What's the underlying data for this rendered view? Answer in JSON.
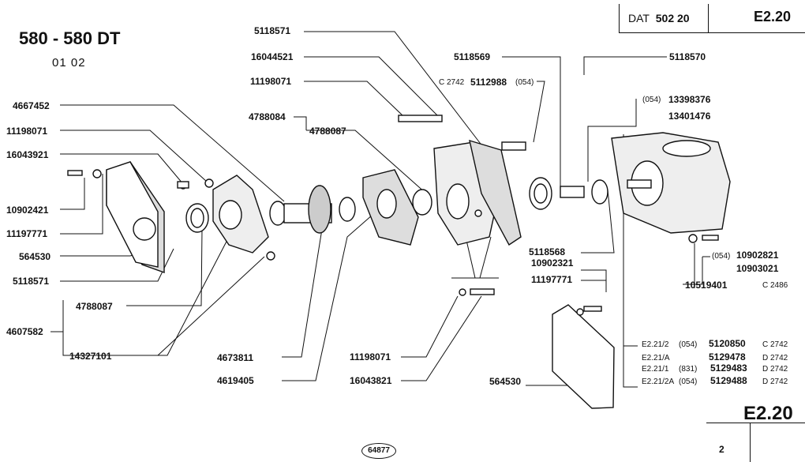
{
  "header": {
    "dat_label": "DAT",
    "dat_number": "502 20",
    "section_code": "E2.20"
  },
  "title": {
    "model": "580 - 580 DT",
    "variant": "01   02"
  },
  "footer": {
    "section_code_large": "E2.20",
    "page_number": "2",
    "drawing_ref": "64877"
  },
  "labels": {
    "p5118571_top": "5118571",
    "p16044521": "16044521",
    "p11198071_top": "11198071",
    "p4788084": "4788084",
    "p4788087_top": "4788087",
    "p4667452": "4667452",
    "p11198071_left": "11198071",
    "p16043921": "16043921",
    "p10902421": "10902421",
    "p11197771_left": "11197771",
    "p564530_left": "564530",
    "p5118571_left": "5118571",
    "p4788087_left": "4788087",
    "p4607582": "4607582",
    "p14327101": "14327101",
    "p4673811": "4673811",
    "p4619405": "4619405",
    "p11198071_bot": "11198071",
    "p16043821": "16043821",
    "p5118569": "5118569",
    "c2742_a": "C 2742",
    "p5112988": "5112988",
    "tag054_a": "(054)",
    "p5118570": "5118570",
    "tag054_b": "(054)",
    "p13398376": "13398376",
    "p13401476": "13401476",
    "p5118568": "5118568",
    "p10902321": "10902321",
    "p11197771_mid": "11197771",
    "p564530_bot": "564530",
    "tag054_c": "(054)",
    "p10902821": "10902821",
    "p10903021": "10903021",
    "p10519401": "10519401",
    "c2486": "C 2486"
  },
  "variants_table": [
    {
      "ref": "E2.21/2",
      "tag": "(054)",
      "part": "5120850",
      "note": "C 2742"
    },
    {
      "ref": "E2.21/A",
      "tag": "",
      "part": "5129478",
      "note": "D 2742"
    },
    {
      "ref": "E2.21/1",
      "tag": "(831)",
      "part": "5129483",
      "note": "D 2742"
    },
    {
      "ref": "E2.21/2A",
      "tag": "(054)",
      "part": "5129488",
      "note": "D 2742"
    }
  ]
}
